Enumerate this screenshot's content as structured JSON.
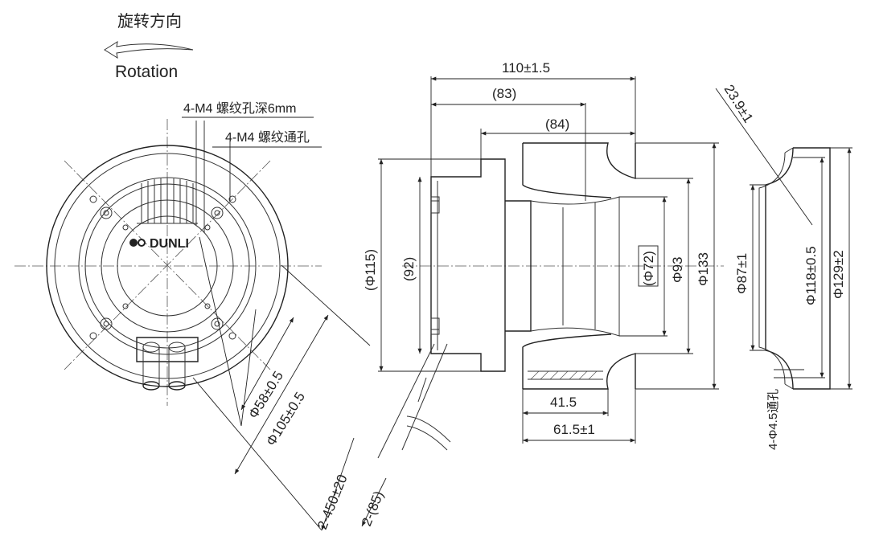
{
  "colors": {
    "line": "#222222",
    "background": "#ffffff"
  },
  "rotation": {
    "cn": "旋转方向",
    "en": "Rotation"
  },
  "front_view": {
    "logo_text": "DUNLI",
    "label_m4_hole_depth": "4-M4 螺纹孔深6mm",
    "label_m4_through": "4-M4 螺纹通孔",
    "dim_d58": "Φ58±0.5",
    "dim_d105": "Φ105±0.5",
    "dim_cable_length": "2-450±20",
    "dim_cable_strip": "2-(85)"
  },
  "side_view": {
    "dim_width_total": "110±1.5",
    "dim_width_83": "(83)",
    "dim_width_84": "(84)",
    "dim_d115": "(Φ115)",
    "dim_92": "(92)",
    "dim_d72": "(Φ72)",
    "dim_d93": "Φ93",
    "dim_d133": "Φ133",
    "dim_41_5": "41.5",
    "dim_61_5": "61.5±1"
  },
  "ring_view": {
    "dim_angle": "23.9±1",
    "dim_d87": "Φ87±1",
    "dim_d118": "Φ118±0.5",
    "dim_d129": "Φ129±2",
    "dim_holes": "4-Φ4.5通孔"
  }
}
